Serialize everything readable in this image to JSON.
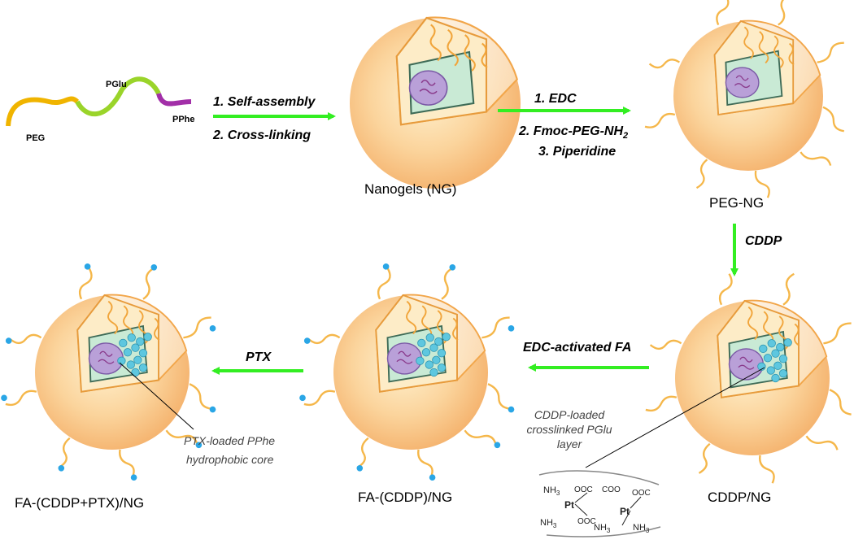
{
  "colors": {
    "arrow": "#33ee22",
    "shell": "#f9c98e",
    "shell_inner": "#fde2a8",
    "core": "#b9a0d8",
    "layer": "#bfe6cf",
    "chain": "#f5b74a",
    "cddp_dot": "#5ec7df",
    "fa_dot": "#2aa6e6"
  },
  "copolymer": {
    "peg": "PEG",
    "pglu": "PGlu",
    "pphe": "PPhe"
  },
  "steps": {
    "step1_line1": "1. Self-assembly",
    "step1_line2": "2. Cross-linking",
    "step2_line1": "1. EDC",
    "step2_line2": "2. Fmoc-PEG-NH",
    "step2_line2_sub": "2",
    "step2_line3": "3. Piperidine",
    "step3": "CDDP",
    "step4": "EDC-activated FA",
    "step5": "PTX"
  },
  "particles": {
    "ng": "Nanogels (NG)",
    "peg_ng": "PEG-NG",
    "cddp_ng": "CDDP/NG",
    "fa_cddp_ng": "FA-(CDDP)/NG",
    "fa_cddp_ptx_ng": "FA-(CDDP+PTX)/NG"
  },
  "annotations": {
    "pglu_layer_1": "CDDP-loaded",
    "pglu_layer_2": "crosslinked PGlu",
    "pglu_layer_3": "layer",
    "core_1": "PTX-loaded PPhe",
    "core_2": "hydrophobic core"
  },
  "structure": {
    "nh3": "NH",
    "nh3_sub": "3",
    "pt": "Pt",
    "ooc": "OOC",
    "coo": "COO",
    "nh3_b": "NH",
    "nh3_b_sub": "3"
  }
}
